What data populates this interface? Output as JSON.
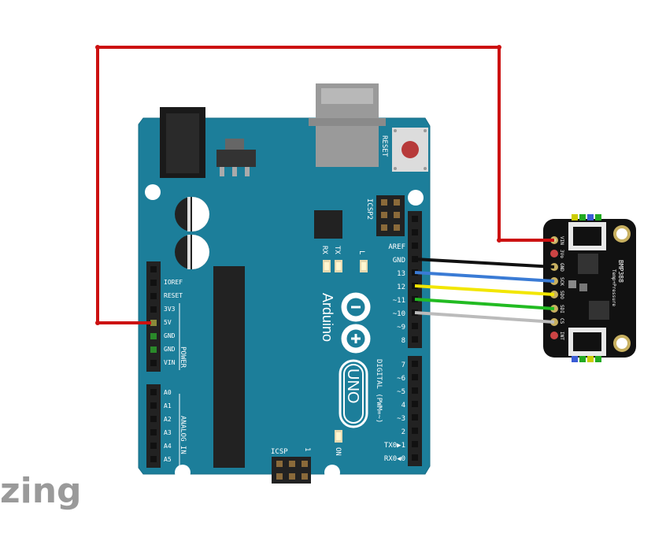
{
  "arduino": {
    "brand": "Arduino",
    "model": "UNO",
    "reset_label": "RESET",
    "icsp2_label": "ICSP2",
    "icsp_label": "ICSP",
    "icsp_pin1": "1",
    "tx_label": "TX",
    "rx_label": "RX",
    "l_label": "L",
    "on_label": "ON",
    "digital_label": "DIGITAL (PWM=~)",
    "power_label": "POWER",
    "analog_label": "ANALOG IN",
    "power_pins": [
      "IOREF",
      "RESET",
      "3V3",
      "5V",
      "GND",
      "GND",
      "VIN"
    ],
    "analog_pins": [
      "A0",
      "A1",
      "A2",
      "A3",
      "A4",
      "A5"
    ],
    "digital_high_pins": [
      "AREF",
      "GND",
      "13",
      "12",
      "~11",
      "~10",
      "~9",
      "8"
    ],
    "digital_low_pins": [
      "7",
      "~6",
      "~5",
      "4",
      "~3",
      "2",
      "TX0▶1",
      "RX0◀0"
    ]
  },
  "sensor": {
    "name": "BMP388",
    "subtitle": "Temp+Pressure",
    "pins": [
      "VIN",
      "3Vo",
      "GND",
      "SCK",
      "SDO",
      "SDI",
      "CS",
      "INT"
    ]
  },
  "wires": [
    {
      "from": "5V",
      "to": "VIN",
      "color": "#cc1111"
    },
    {
      "from": "GND",
      "to": "GND",
      "color": "#111111"
    },
    {
      "from": "13",
      "to": "SCK",
      "color": "#3a7bd5"
    },
    {
      "from": "12",
      "to": "SDO",
      "color": "#f2e600"
    },
    {
      "from": "~11",
      "to": "SDI",
      "color": "#22bb22"
    },
    {
      "from": "~10",
      "to": "CS",
      "color": "#bbbbbb"
    }
  ],
  "colors": {
    "board": "#1c7e9a",
    "sensor": "#111111"
  },
  "watermark": "zing"
}
